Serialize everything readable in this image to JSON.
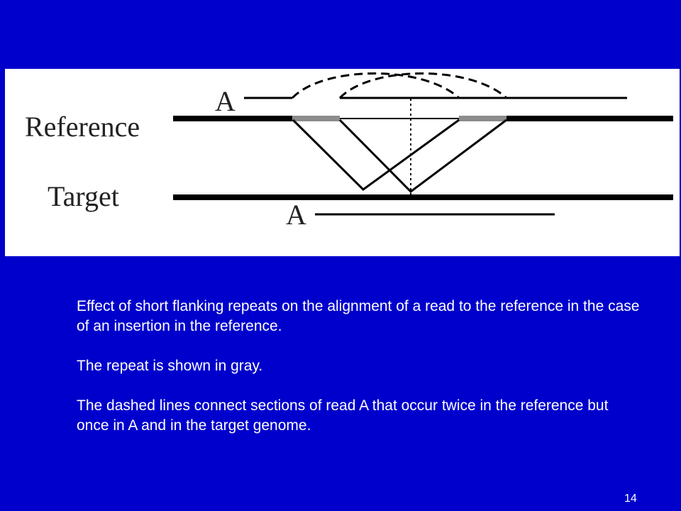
{
  "colors": {
    "slide_background": "#0000cc",
    "figure_background": "#ffffff",
    "sequence_line": "#000000",
    "repeat_segment": "#8c8c8c",
    "text": "#ffffff"
  },
  "figure": {
    "reference_label": "Reference",
    "target_label": "Target",
    "read_label_top": "A",
    "read_label_bottom": "A"
  },
  "caption": {
    "paragraph_1": "Effect of short flanking repeats on the alignment of a read to the reference in the case of an insertion in the reference.",
    "paragraph_2": "The repeat is shown in gray.",
    "paragraph_3": "The dashed lines connect sections of read A that occur twice in the reference but once in A and in the target genome."
  },
  "page_number": "14"
}
